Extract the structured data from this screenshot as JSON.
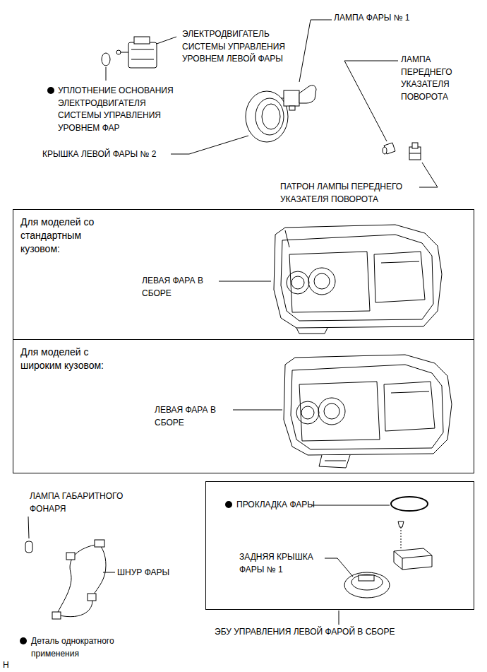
{
  "diagram": {
    "nodes": [
      {
        "text": [
          "Для моделей со стандартным кузовом:",
          "ЛЕВАЯ ФАРА В СБОРЕ"
        ]
      },
      {
        "text": [
          "Для моделей с широким кузовом:",
          "ЛЕВАЯ ФАРА В СБОРЕ"
        ]
      },
      {
        "text": [
          "ПРОКЛАДКА ФАРЫ",
          "ЗАДНЯЯ КРЫШКА ФАРЫ № 1",
          "ЭБУ УПРАВЛЕНИЯ ЛЕВОЙ ФАРОЙ В СБОРЕ"
        ]
      }
    ],
    "edges": [],
    "labels": [
      "ЭЛЕКТРОДВИГАТЕЛЬ СИСТЕМЫ УПРАВЛЕНИЯ УРОВНЕМ ЛЕВОЙ ФАРЫ",
      "ЛАМПА ФАРЫ № 1",
      "ЛАМПА ПЕРЕДНЕГО УКАЗАТЕЛЯ ПОВОРОТА",
      "УПЛОТНЕНИЕ ОСНОВАНИЯ ЭЛЕКТРОДВИГАТЕЛЯ СИСТЕМЫ УПРАВЛЕНИЯ УРОВНЕМ ФАР",
      "КРЫШКА ЛЕВОЙ ФАРЫ № 2",
      "ПАТРОН ЛАМПЫ ПЕРЕДНЕГО УКАЗАТЕЛЯ ПОВОРОТА",
      "ЛАМПА ГАБАРИТНОГО ФОНАРЯ",
      "ШНУР ФАРЫ",
      "H"
    ],
    "legend": [
      {
        "text": "Деталь однократного применения"
      }
    ]
  }
}
